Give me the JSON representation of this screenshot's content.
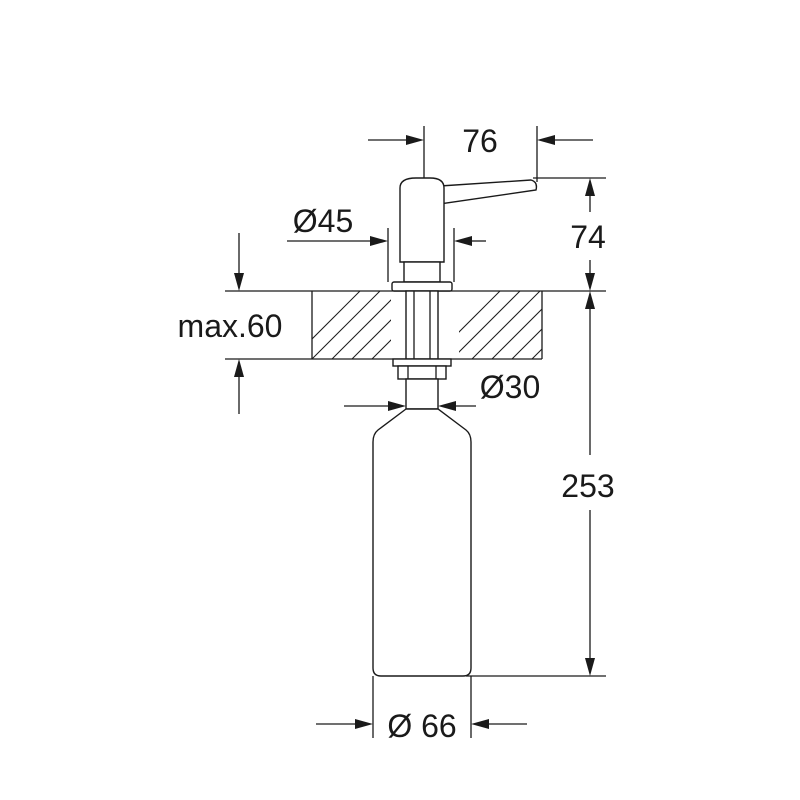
{
  "dimensions": {
    "spout_reach": "76",
    "head_height": "74",
    "head_diameter": "Ø45",
    "max_deck_thickness": "max.60",
    "shank_diameter": "Ø30",
    "height_below_deck": "253",
    "bottle_diameter": "Ø 66"
  },
  "colors": {
    "line": "#1a1a1a",
    "background": "#ffffff"
  }
}
